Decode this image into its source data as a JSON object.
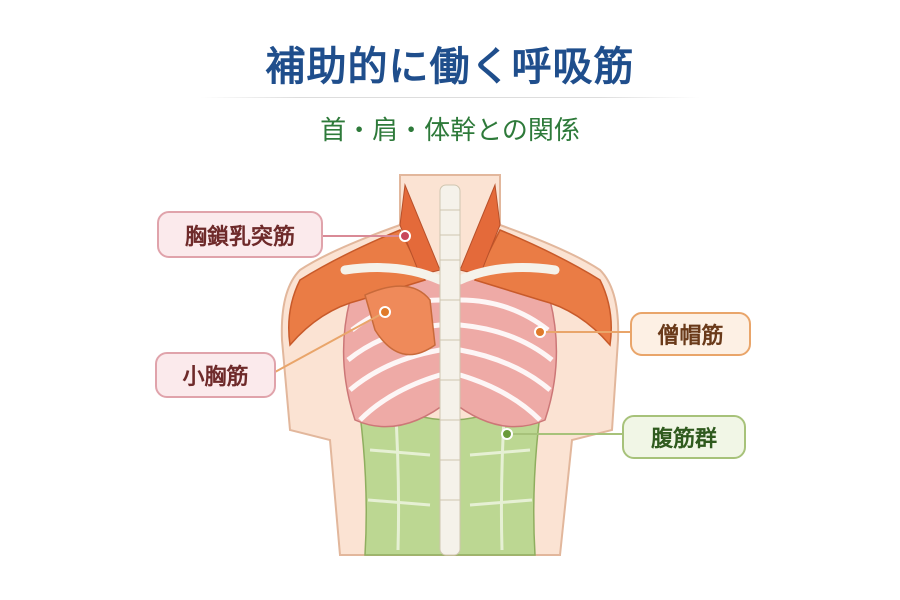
{
  "title": "補助的に働く呼吸筋",
  "subtitle": "首・肩・体幹との関係",
  "labels": {
    "scm": "胸鎖乳突筋",
    "pec_minor": "小胸筋",
    "trapezius": "僧帽筋",
    "abdominals": "腹筋群"
  },
  "colors": {
    "title": "#1f4e8c",
    "subtitle": "#2e7a3a",
    "muscle": "#e8743e",
    "rib_muscle": "#e8a0a0",
    "abdominal": "#b7d48a"
  }
}
